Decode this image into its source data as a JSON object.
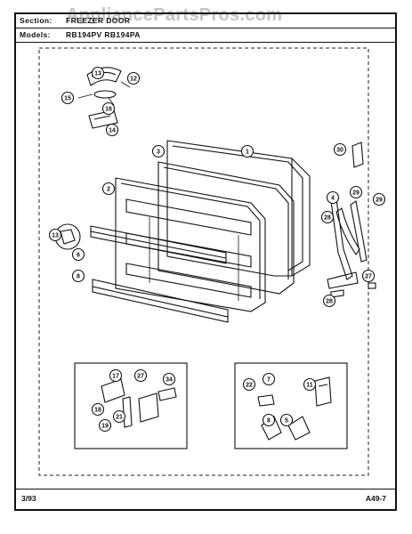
{
  "header": {
    "section_label": "Section:",
    "section_value": "FREEZER DOOR",
    "models_label": "Models:",
    "models_value": "RB194PV RB194PA"
  },
  "watermark": "AppliancePartsPros.com",
  "footer": {
    "date": "3/93",
    "page": "A49-7"
  },
  "callouts": {
    "top_group": [
      "13",
      "12",
      "15",
      "16",
      "14"
    ],
    "main": [
      "3",
      "1",
      "2",
      "6",
      "8",
      "13"
    ],
    "right": [
      "30",
      "4",
      "29",
      "29",
      "28",
      "27",
      "28"
    ],
    "bottom_left": [
      "17",
      "27",
      "34",
      "18",
      "21",
      "19"
    ],
    "bottom_right": [
      "22",
      "7",
      "11",
      "8",
      "5"
    ]
  }
}
